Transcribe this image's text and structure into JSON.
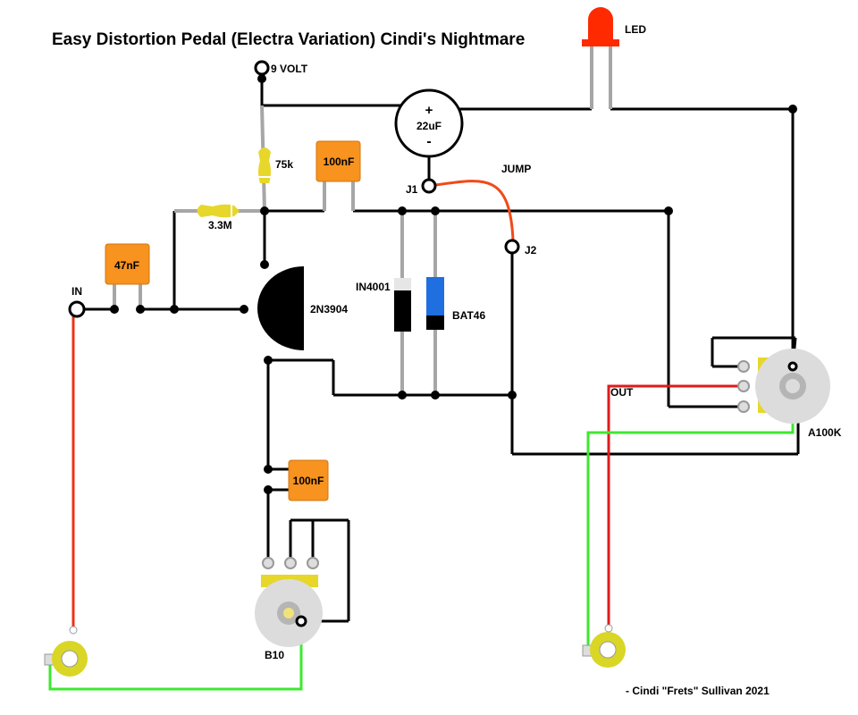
{
  "title": "Easy Distortion Pedal (Electra Variation) Cindi's Nightmare",
  "credit": "- Cindi \"Frets\" Sullivan 2021",
  "labels": {
    "led": "LED",
    "nine_volt": "9 VOLT",
    "r75k": "75k",
    "r3m3": "3.3M",
    "cap_in": "47nF",
    "cap_top": "100nF",
    "cap_bottom": "100nF",
    "electrolytic_plus": "+",
    "electrolytic_value": "22uF",
    "electrolytic_minus": "-",
    "j1": "J1",
    "jump": "JUMP",
    "j2": "J2",
    "in": "IN",
    "transistor": "2N3904",
    "diode1": "IN4001",
    "diode2": "BAT46",
    "out": "OUT",
    "pot_volume": "A100K",
    "pot_gain": "B10"
  },
  "colors": {
    "wire": "#000000",
    "lead": "#a6a6a6",
    "input_wire": "#e8341c",
    "output_wire": "#e01b1b",
    "ground_wire": "#3ee82f",
    "jumper": "#f04a1a",
    "capacitor": "#f7931e",
    "resistor": "#e6d72a",
    "jack": "#d9d626",
    "diode_blue": "#1f6fe0",
    "led": "#ff2a00"
  }
}
